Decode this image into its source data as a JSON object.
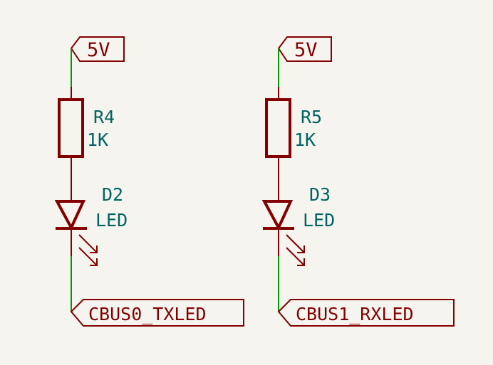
{
  "colors": {
    "background": "#f5f4ef",
    "symbol": "#840000",
    "wire": "#009900",
    "ref_text": "#006464",
    "label_text": "#840000"
  },
  "circuits": [
    {
      "power_label": "5V",
      "resistor": {
        "ref": "R4",
        "value": "1K"
      },
      "led": {
        "ref": "D2",
        "value": "LED"
      },
      "net_label": "CBUS0_TXLED"
    },
    {
      "power_label": "5V",
      "resistor": {
        "ref": "R5",
        "value": "1K"
      },
      "led": {
        "ref": "D3",
        "value": "LED"
      },
      "net_label": "CBUS1_RXLED"
    }
  ]
}
